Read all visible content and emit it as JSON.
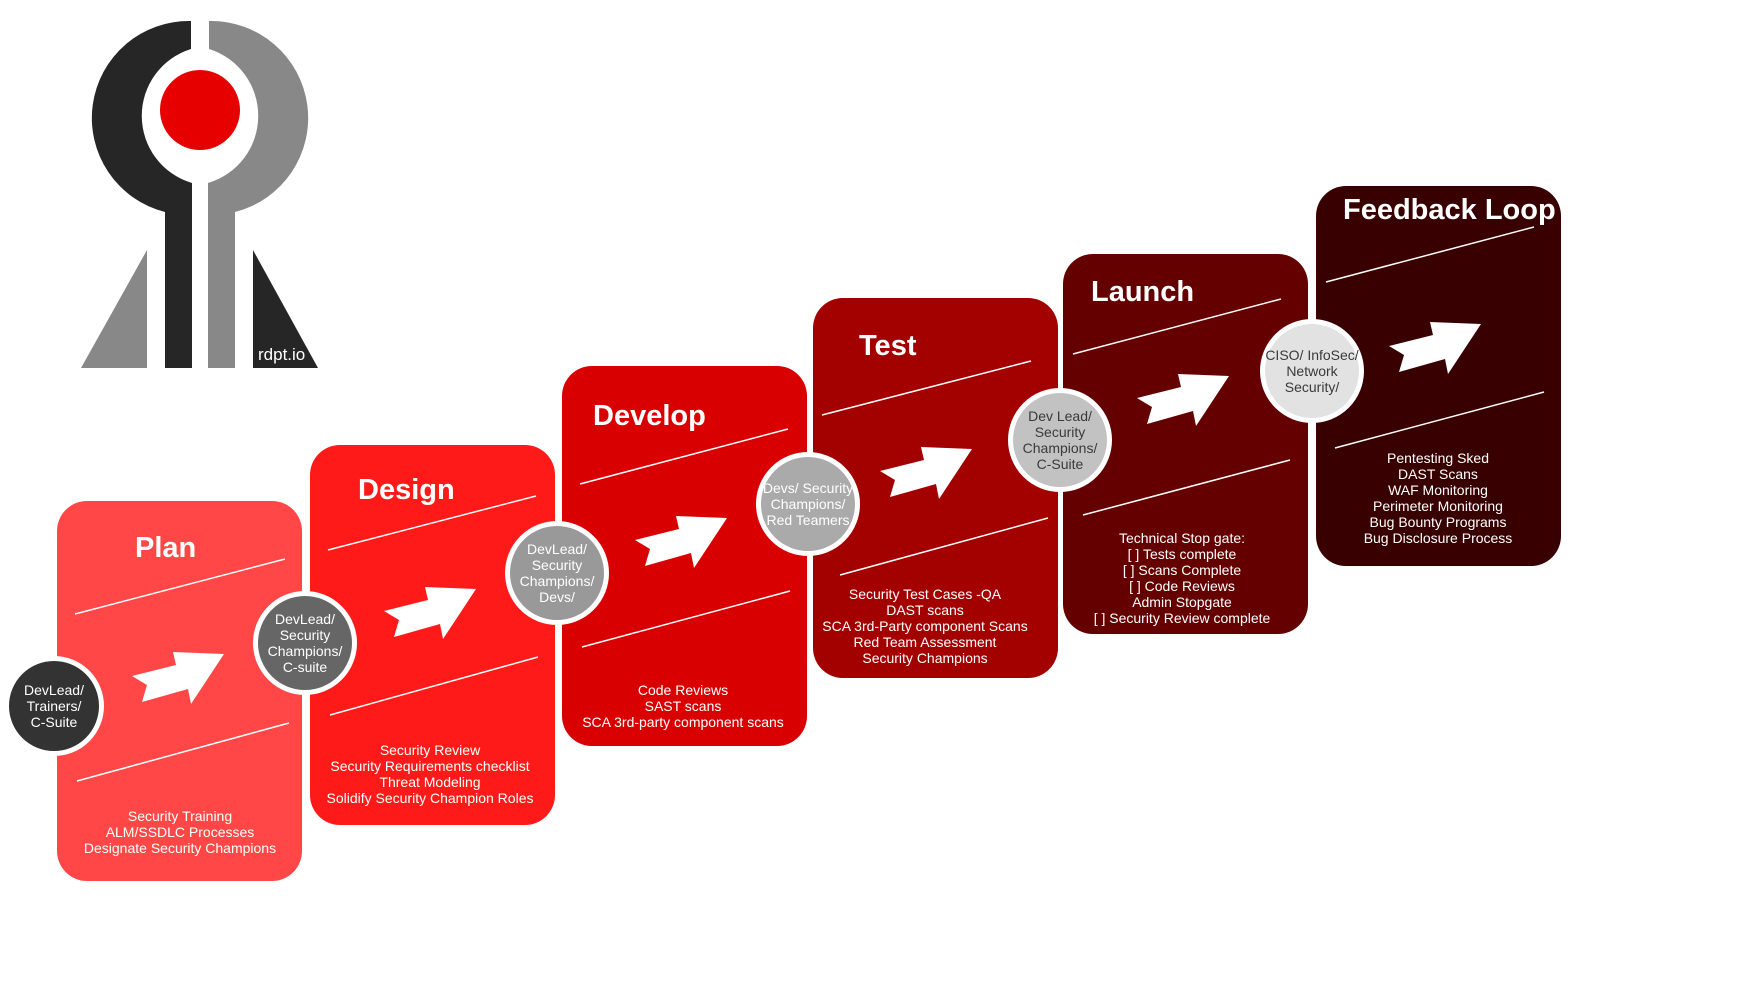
{
  "logo": {
    "text": "rdpt.io",
    "colors": {
      "dark": "#262626",
      "gray": "#888888",
      "red": "#e60000"
    }
  },
  "stages": [
    {
      "key": "plan",
      "title": "Plan",
      "color": "#ff4747",
      "roles": [
        "DevLead/",
        "Trainers/",
        "C-Suite"
      ],
      "role_bg": "#333333",
      "role_fg": "#ffffff",
      "tasks": [
        "Security Training",
        "ALM/SSDLC Processes",
        "Designate Security Champions"
      ]
    },
    {
      "key": "design",
      "title": "Design",
      "color": "#ff1a1a",
      "roles": [
        "DevLead/",
        "Security",
        "Champions/",
        "C-suite"
      ],
      "role_bg": "#666666",
      "role_fg": "#ffffff",
      "tasks": [
        "Security Review",
        "Security Requirements  checklist",
        "Threat Modeling",
        "Solidify Security Champion Roles"
      ]
    },
    {
      "key": "develop",
      "title": "Develop",
      "color": "#d80000",
      "roles": [
        "DevLead/",
        "Security",
        "Champions/",
        "Devs/"
      ],
      "role_bg": "#999999",
      "role_fg": "#ffffff",
      "tasks": [
        "Code Reviews",
        "SAST scans",
        "SCA 3rd-party component scans"
      ]
    },
    {
      "key": "test",
      "title": "Test",
      "color": "#a30000",
      "roles": [
        "Devs/ Security",
        "Champions/",
        "Red Teamers"
      ],
      "role_bg": "#aaaaaa",
      "role_fg": "#ffffff",
      "tasks": [
        "Security Test Cases -QA",
        "DAST scans",
        "SCA 3rd-Party component Scans",
        "Red Team Assessment",
        "Security Champions"
      ]
    },
    {
      "key": "launch",
      "title": "Launch",
      "color": "#650000",
      "roles": [
        "Dev Lead/",
        "Security",
        "Champions/",
        "C-Suite"
      ],
      "role_bg": "#c2c2c2",
      "role_fg": "#3a3a3a",
      "tasks": [
        "Technical Stop gate:",
        "[ ] Tests complete",
        "[ ] Scans Complete",
        "[ ] Code Reviews",
        "Admin Stopgate",
        "[ ] Security Review complete"
      ]
    },
    {
      "key": "feedback",
      "title": "Feedback Loop",
      "color": "#380000",
      "roles": [
        "CISO/ InfoSec/",
        "Network",
        "Security/"
      ],
      "role_bg": "#e2e2e2",
      "role_fg": "#3a3a3a",
      "tasks": [
        "Pentesting Sked",
        "DAST Scans",
        "WAF Monitoring",
        "Perimeter Monitoring",
        "Bug Bounty Programs",
        "Bug Disclosure Process"
      ]
    }
  ]
}
